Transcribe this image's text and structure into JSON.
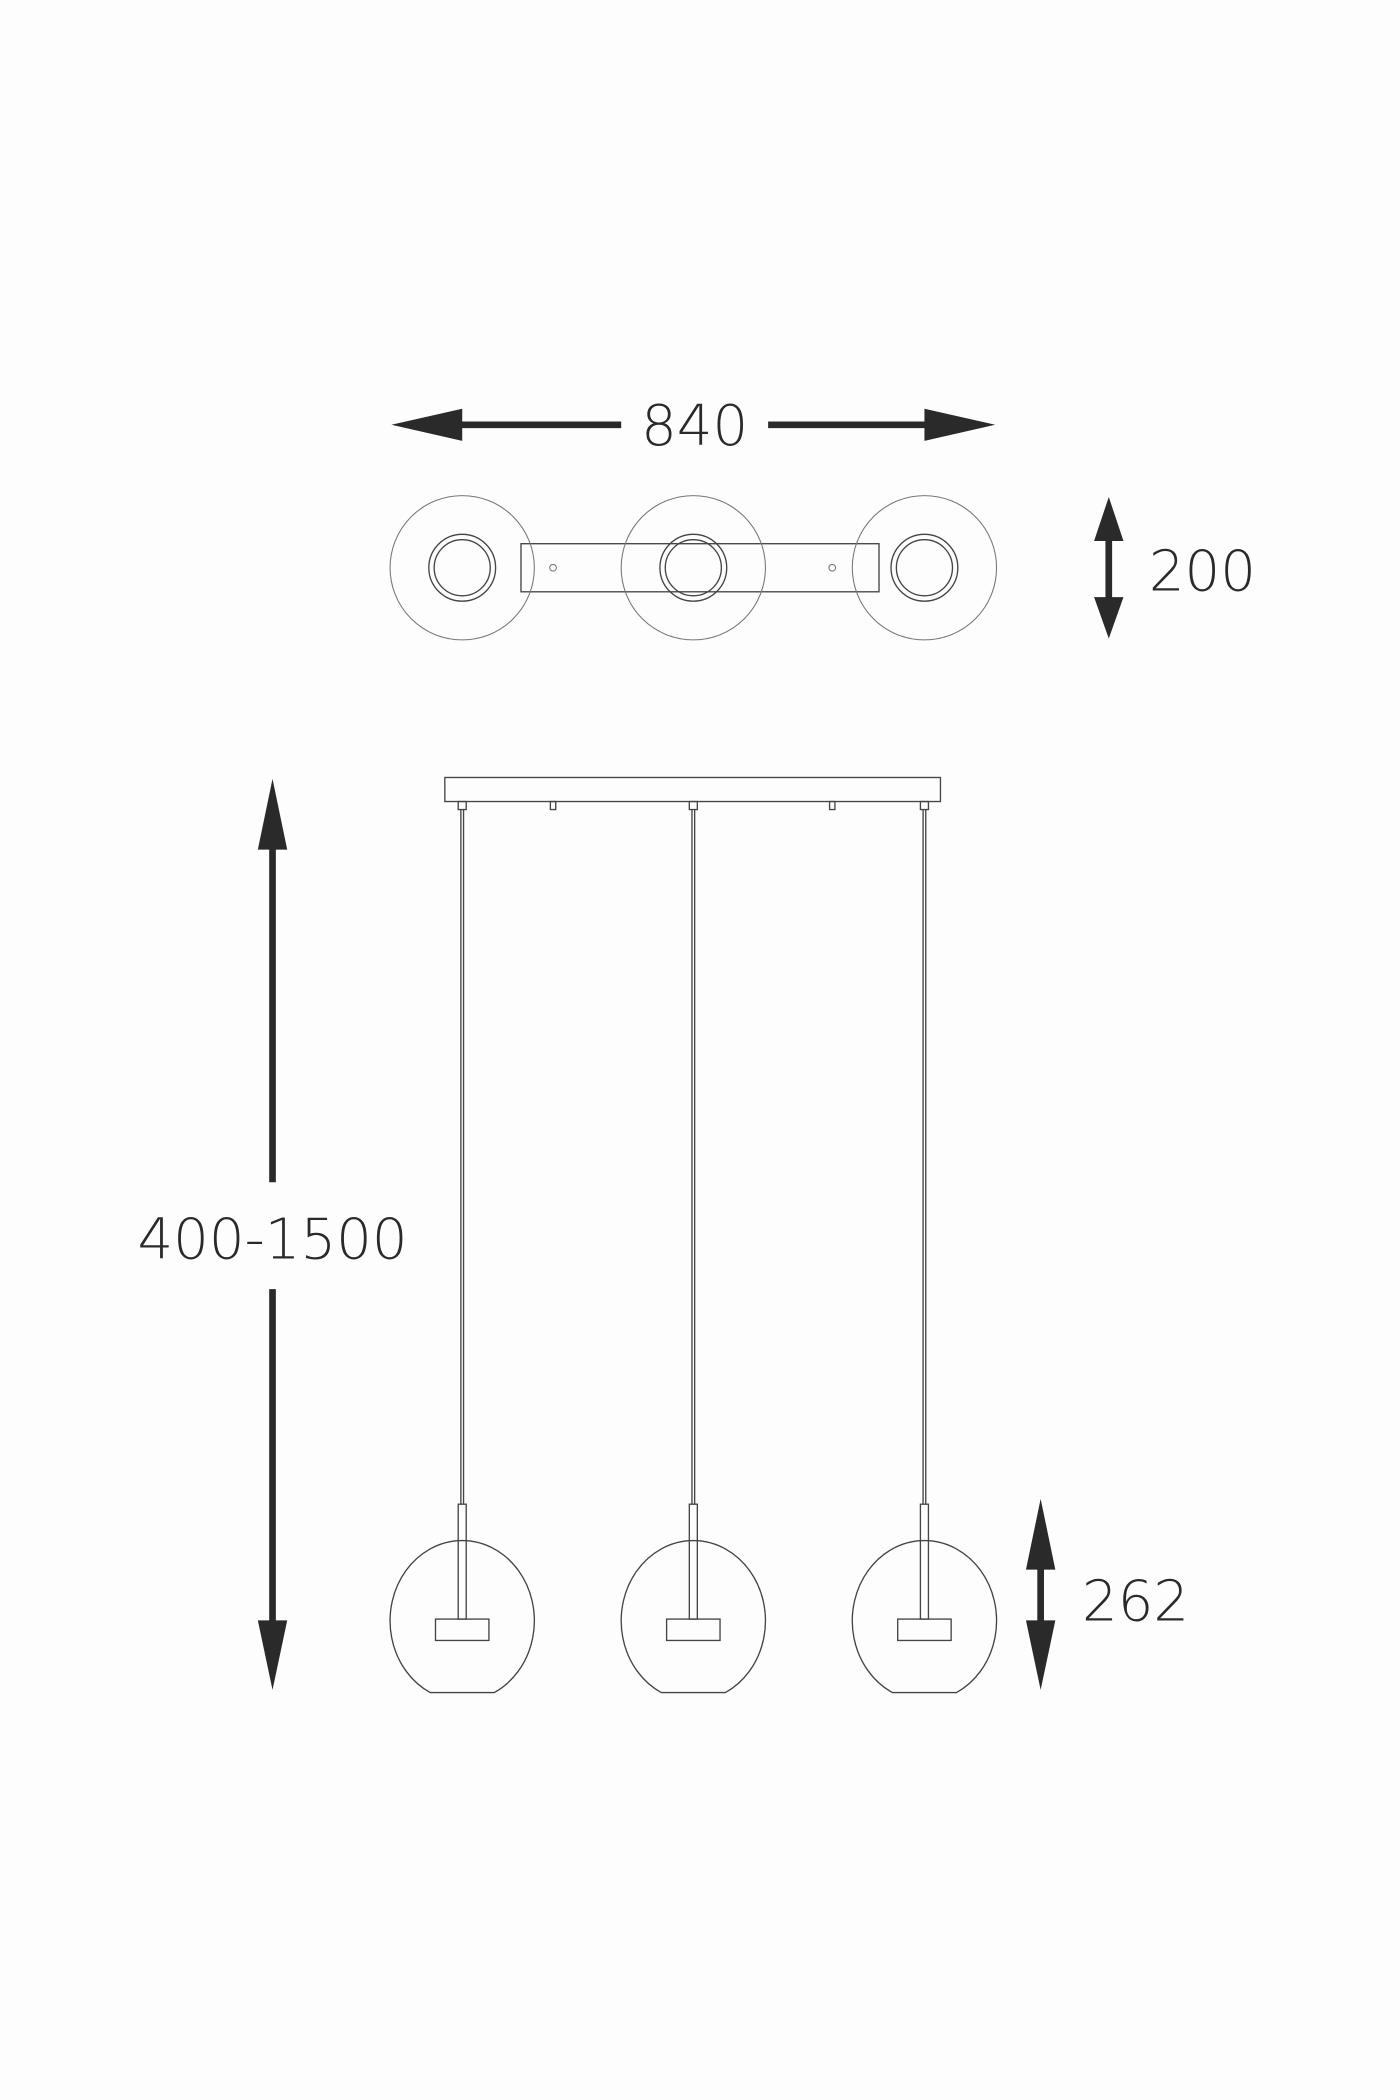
{
  "dimensions": {
    "width": "840",
    "depth": "200",
    "height_range": "400-1500",
    "shade_height": "262"
  },
  "colors": {
    "background": "#fdfdfd",
    "line": "#2a2a2a"
  }
}
